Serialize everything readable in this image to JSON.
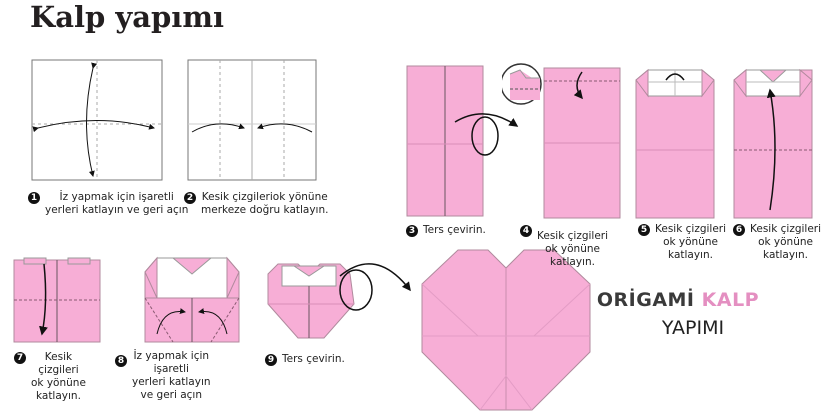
{
  "title": "Kalp yapımı",
  "colors": {
    "paper": "#f7aed6",
    "edge": "#b08a9d",
    "logo_accent": "#e48fc1"
  },
  "steps": [
    {
      "num": "1",
      "lines": [
        "İz yapmak için işaretli",
        "yerleri katlayın ve geri açın"
      ]
    },
    {
      "num": "2",
      "lines": [
        "Kesik çizgileriok yönüne",
        "merkeze doğru katlayın."
      ]
    },
    {
      "num": "3",
      "lines": [
        "Ters çevirin."
      ]
    },
    {
      "num": "4",
      "lines": [
        "Kesik çizgileri",
        "ok yönüne",
        "katlayın."
      ]
    },
    {
      "num": "5",
      "lines": [
        "Kesik çizgileri",
        "ok yönüne",
        "katlayın."
      ]
    },
    {
      "num": "6",
      "lines": [
        "Kesik çizgileri",
        "ok yönüne",
        "katlayın."
      ]
    },
    {
      "num": "7",
      "lines": [
        "Kesik",
        "çizgileri",
        "ok yönüne",
        "katlayın."
      ]
    },
    {
      "num": "8",
      "lines": [
        "İz yapmak için",
        "işaretli",
        "yerleri katlayın",
        "ve geri açın"
      ]
    },
    {
      "num": "9",
      "lines": [
        "Ters çevirin."
      ]
    }
  ],
  "logo": {
    "word1": "ORİGAMİ",
    "word2": "KALP",
    "word3": "YAPIMI"
  }
}
